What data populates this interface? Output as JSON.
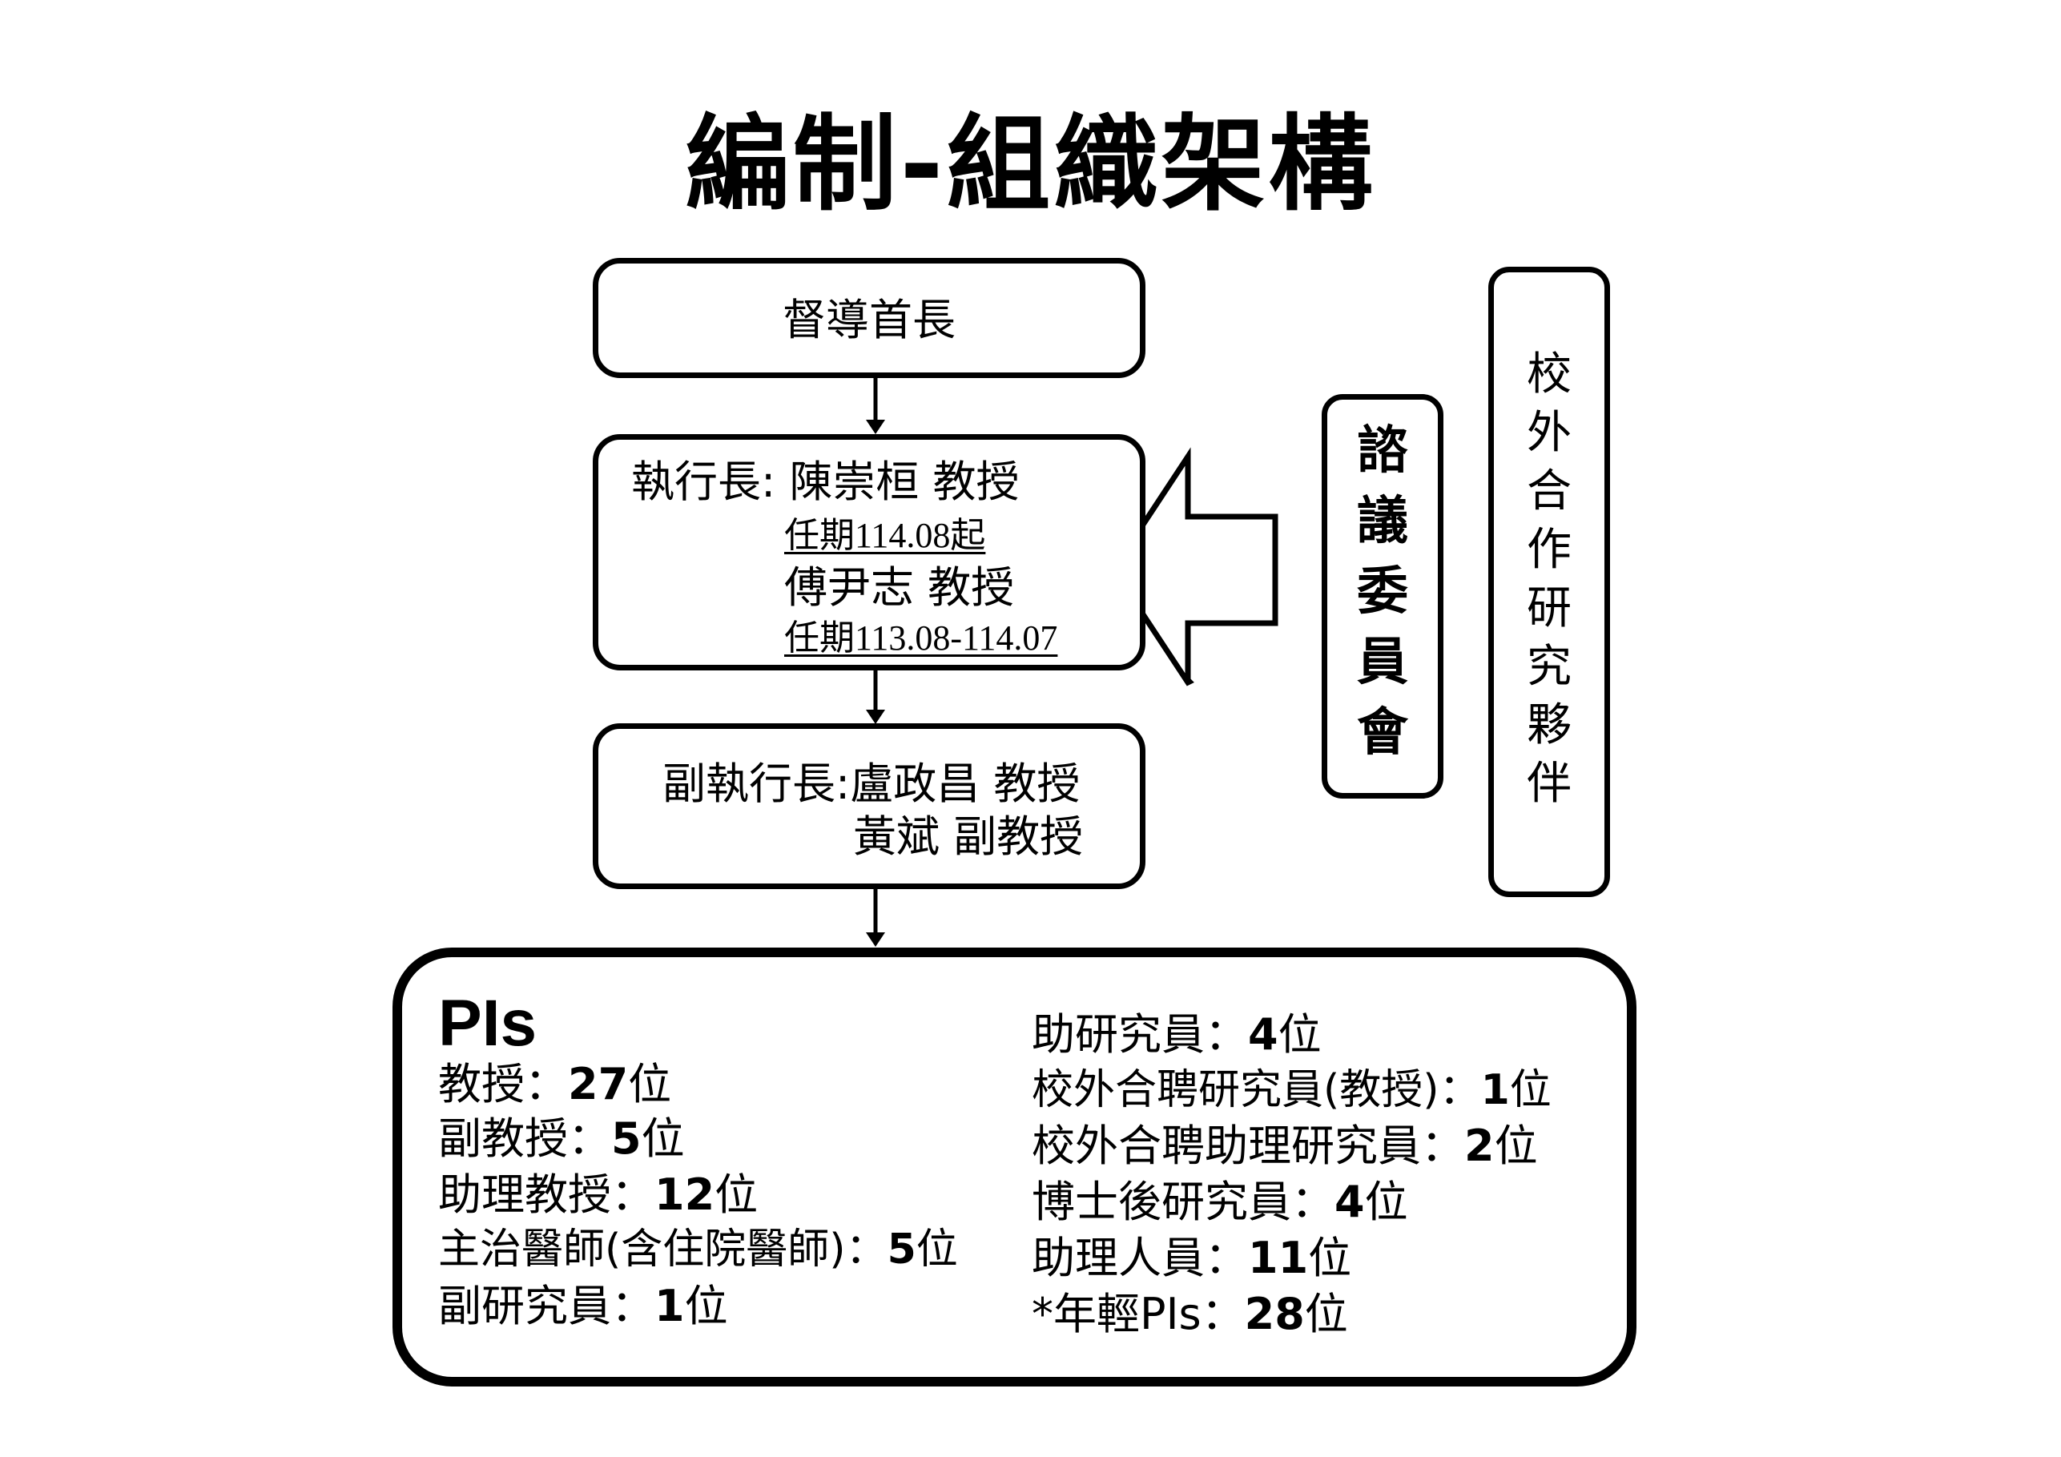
{
  "title": "編制-組織架構",
  "supervisor": {
    "label": "督導首長"
  },
  "ceo": {
    "label": "執行長: 陳崇桓 教授",
    "term1": "任期114.08起",
    "name2": "傅尹志 教授",
    "term2": "任期113.08-114.07"
  },
  "deputy": {
    "line1": "副執行長:盧政昌 教授",
    "line2": "黃斌 副教授"
  },
  "advisory": {
    "chars": [
      "諮",
      "議",
      "委",
      "員",
      "會"
    ]
  },
  "partners": {
    "chars": [
      "校",
      "外",
      "合",
      "作",
      "研",
      "究",
      "夥",
      "伴"
    ]
  },
  "pis": {
    "heading": "PIs",
    "left": [
      {
        "label": "教授：",
        "count": "27",
        "unit": "位"
      },
      {
        "label": "副教授：",
        "count": "5",
        "unit": "位"
      },
      {
        "label": "助理教授：",
        "count": "12",
        "unit": "位"
      },
      {
        "label": "主治醫師(含住院醫師)：",
        "count": "5",
        "unit": "位"
      },
      {
        "label": "副研究員：",
        "count": "1",
        "unit": "位"
      }
    ],
    "right": [
      {
        "label": "助研究員：",
        "count": "4",
        "unit": "位"
      },
      {
        "label": "校外合聘研究員(教授)：",
        "count": "1",
        "unit": "位"
      },
      {
        "label": "校外合聘助理研究員：",
        "count": "2",
        "unit": "位"
      },
      {
        "label": "博士後研究員：",
        "count": "4",
        "unit": "位"
      },
      {
        "label": "助理人員：",
        "count": "11",
        "unit": "位"
      },
      {
        "label": "*年輕PIs：",
        "count": "28",
        "unit": "位"
      }
    ]
  }
}
